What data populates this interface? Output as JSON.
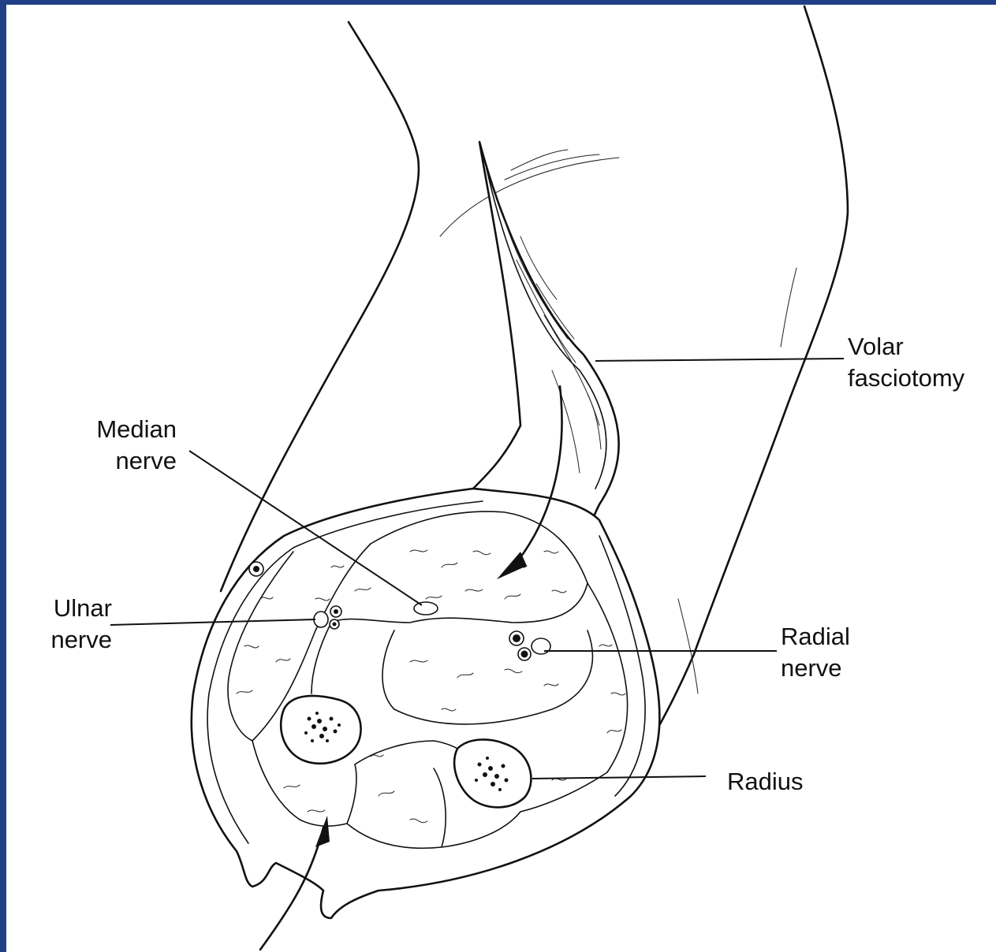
{
  "labels": {
    "volar_fasciotomy": [
      "Volar",
      "fasciotomy"
    ],
    "median_nerve": [
      "Median",
      "nerve"
    ],
    "ulnar_nerve": [
      "Ulnar",
      "nerve"
    ],
    "radial_nerve": [
      "Radial",
      "nerve"
    ],
    "radius": [
      "Radius"
    ]
  },
  "colors": {
    "background": "#1f3f86",
    "canvas": "#ffffff",
    "ink": "#111111"
  }
}
